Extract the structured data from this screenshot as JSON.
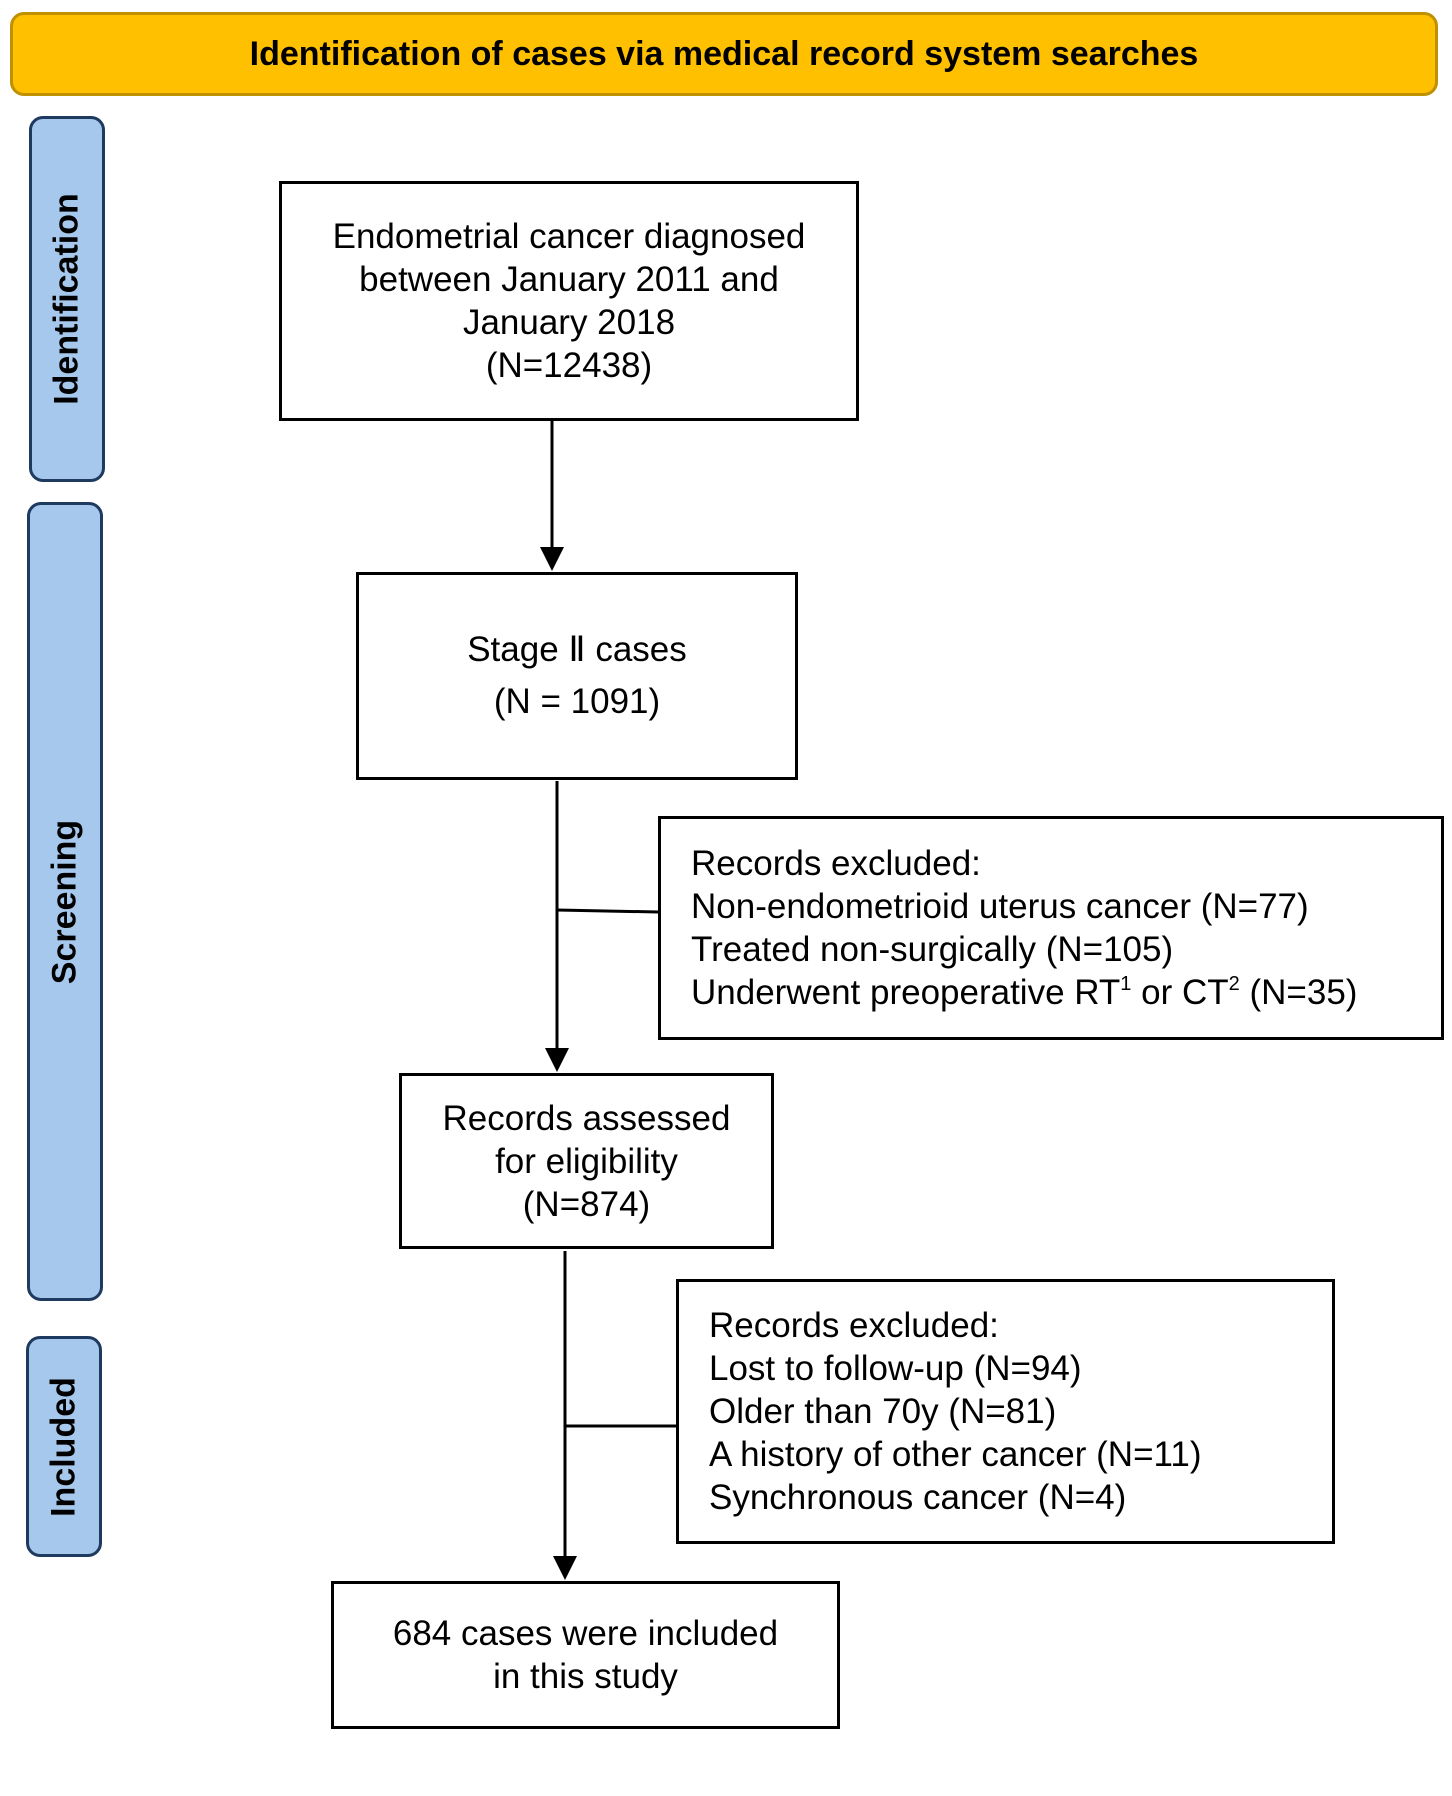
{
  "header": {
    "title": "Identification of cases via medical record system searches"
  },
  "phases": {
    "identification": "Identification",
    "screening": "Screening",
    "included": "Included"
  },
  "boxes": {
    "diagnosed": {
      "lines": [
        "Endometrial cancer diagnosed",
        "between January 2011 and",
        "January 2018",
        "(N=12438)"
      ]
    },
    "stage": {
      "lines": [
        "Stage Ⅱ cases",
        "(N = 1091)"
      ]
    },
    "excluded1": {
      "title": "Records excluded:",
      "items": [
        "Non-endometrioid uterus cancer (N=77)",
        "Treated non-surgically (N=105)"
      ],
      "last": {
        "prefix": "Underwent preoperative RT",
        "sup1": "1",
        "middle": " or CT",
        "sup2": "2",
        "suffix": " (N=35)"
      }
    },
    "assessed": {
      "lines": [
        "Records assessed",
        "for eligibility",
        "(N=874)"
      ]
    },
    "excluded2": {
      "title": "Records excluded:",
      "items": [
        "Lost to follow-up (N=94)",
        "Older than 70y (N=81)",
        "A history of other cancer (N=11)",
        "Synchronous cancer (N=4)"
      ]
    },
    "included": {
      "lines": [
        "684 cases were included",
        "in this study"
      ]
    }
  },
  "colors": {
    "header_fill": "#FFC000",
    "header_border": "#BF9000",
    "phase_fill": "#A6C8EC",
    "phase_border": "#1F3A5F",
    "line": "#000000"
  }
}
